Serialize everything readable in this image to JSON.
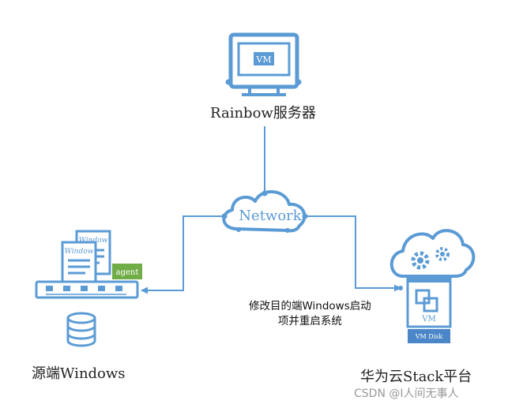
{
  "server": {
    "screen_label": "VM",
    "label": "Rainbow服务器"
  },
  "network": {
    "label": "Network"
  },
  "source": {
    "window_label_back": "Window",
    "window_label_front": "Window",
    "agent_label": "agent",
    "label": "源端Windows"
  },
  "target": {
    "vm_label": "VM",
    "disk_label": "VM Disk",
    "label": "华为云Stack平台"
  },
  "action": {
    "line1": "修改目的端Windows启动",
    "line2": "项并重启系统"
  },
  "watermark": "CSDN @I人间无事人",
  "colors": {
    "accent": "#5B9BD5",
    "agent_green": "#70AD47",
    "disk_blue": "#4A86C8"
  }
}
